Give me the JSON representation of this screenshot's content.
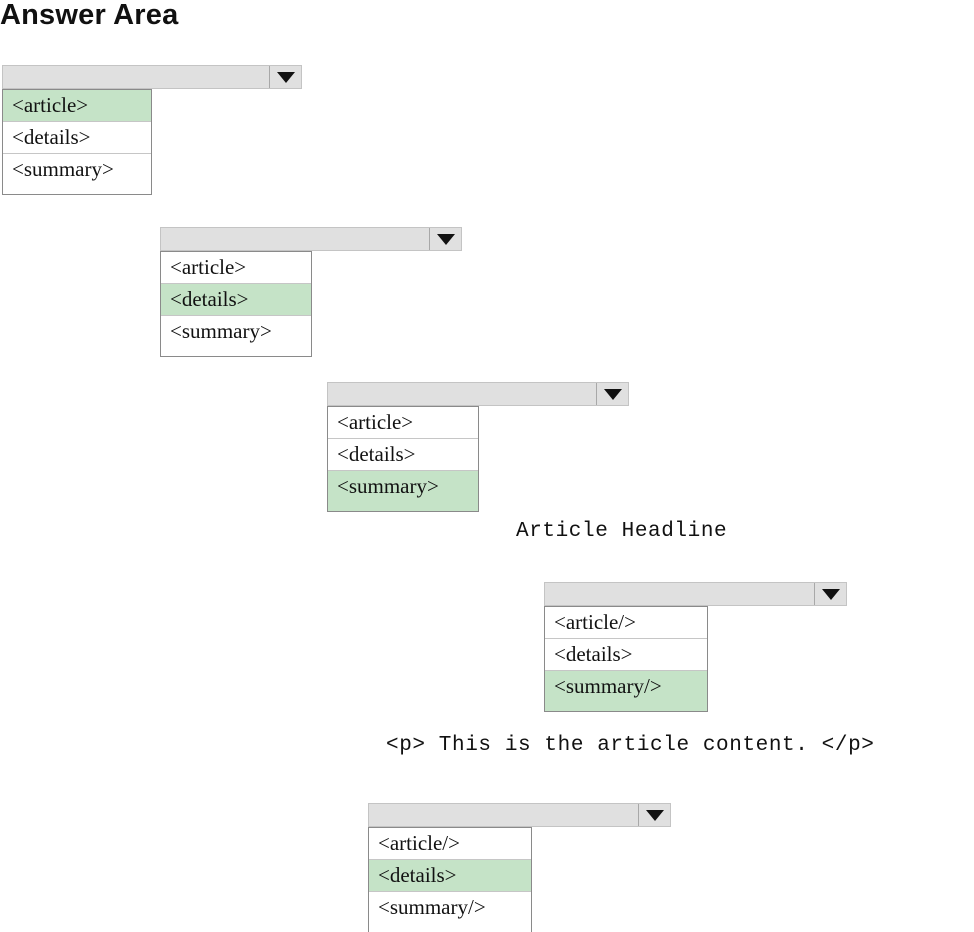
{
  "title": "Answer Area",
  "dropdowns": [
    {
      "options": [
        "<article>",
        "<details>",
        "<summary>"
      ],
      "selected": 0
    },
    {
      "options": [
        "<article>",
        "<details>",
        "<summary>"
      ],
      "selected": 1
    },
    {
      "options": [
        "<article>",
        "<details>",
        "<summary>"
      ],
      "selected": 2
    },
    {
      "options": [
        "<article/>",
        "<details>",
        "<summary/>"
      ],
      "selected": 2
    },
    {
      "options": [
        "<article/>",
        "<details>",
        "<summary/>"
      ],
      "selected": 1
    }
  ],
  "code_lines": {
    "headline": "Article Headline",
    "paragraph": "<p> This is the article content. </p>"
  },
  "colors": {
    "selected_background": "#c5e3c7",
    "dropdown_bar": "#e0e0e0"
  },
  "icons": {
    "dropdown_toggle": "triangle-down-icon"
  }
}
